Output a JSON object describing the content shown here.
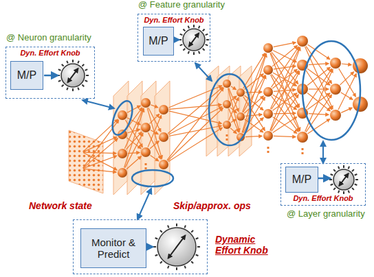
{
  "diagram": {
    "nodes": [
      {
        "text": [
          "@ Neuron granularity",
          "Dyn. Effort Knob"
        ]
      },
      {
        "text": [
          "M/P"
        ],
        "in": 0
      },
      {
        "text": [
          "@ Feature granularity",
          "Dyn. Effort Knob"
        ]
      },
      {
        "text": [
          "M/P"
        ],
        "in": 2
      },
      {
        "text": [
          "Dyn. Effort Knob",
          "@ Layer granularity"
        ]
      },
      {
        "text": [
          "M/P"
        ],
        "in": 4
      },
      {
        "text": [
          "Dynamic Effort Knob"
        ]
      },
      {
        "text": [
          "Monitor & Predict"
        ],
        "in": 6
      }
    ],
    "labels": [
      "Network state",
      "Skip/approx. ops"
    ]
  }
}
